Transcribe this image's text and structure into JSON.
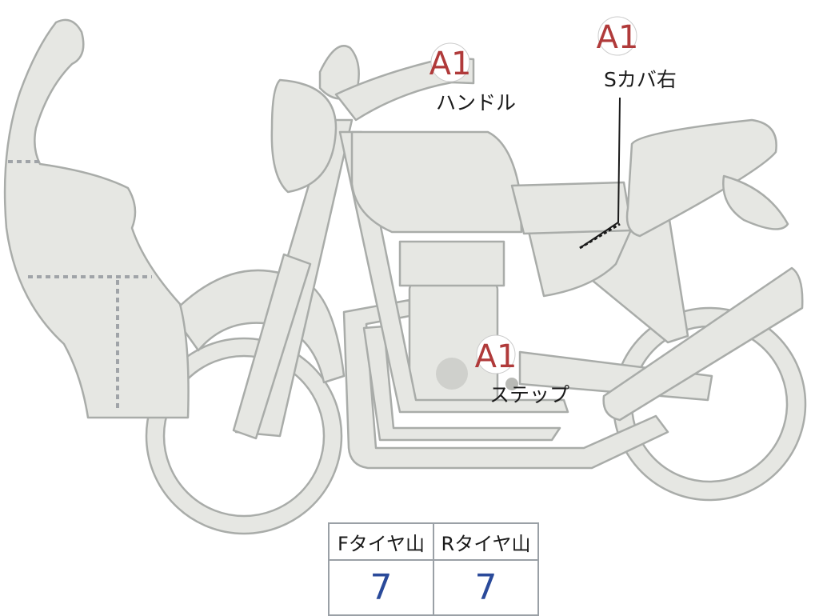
{
  "colors": {
    "body_fill": "#e6e7e3",
    "outline": "#a9aca9",
    "badge_text": "#b03a3a",
    "label_text": "#1a1a1a",
    "tread_value_text": "#2a4a9a",
    "damage_dots": "#a0a4a8"
  },
  "markers": [
    {
      "code": "A1",
      "label": "ハンドル"
    },
    {
      "code": "A1",
      "label": "Sカバ右"
    },
    {
      "code": "A1",
      "label": "ステップ"
    }
  ],
  "tread_table": {
    "headers": [
      "Fタイヤ山",
      "Rタイヤ山"
    ],
    "values": [
      "7",
      "7"
    ]
  }
}
